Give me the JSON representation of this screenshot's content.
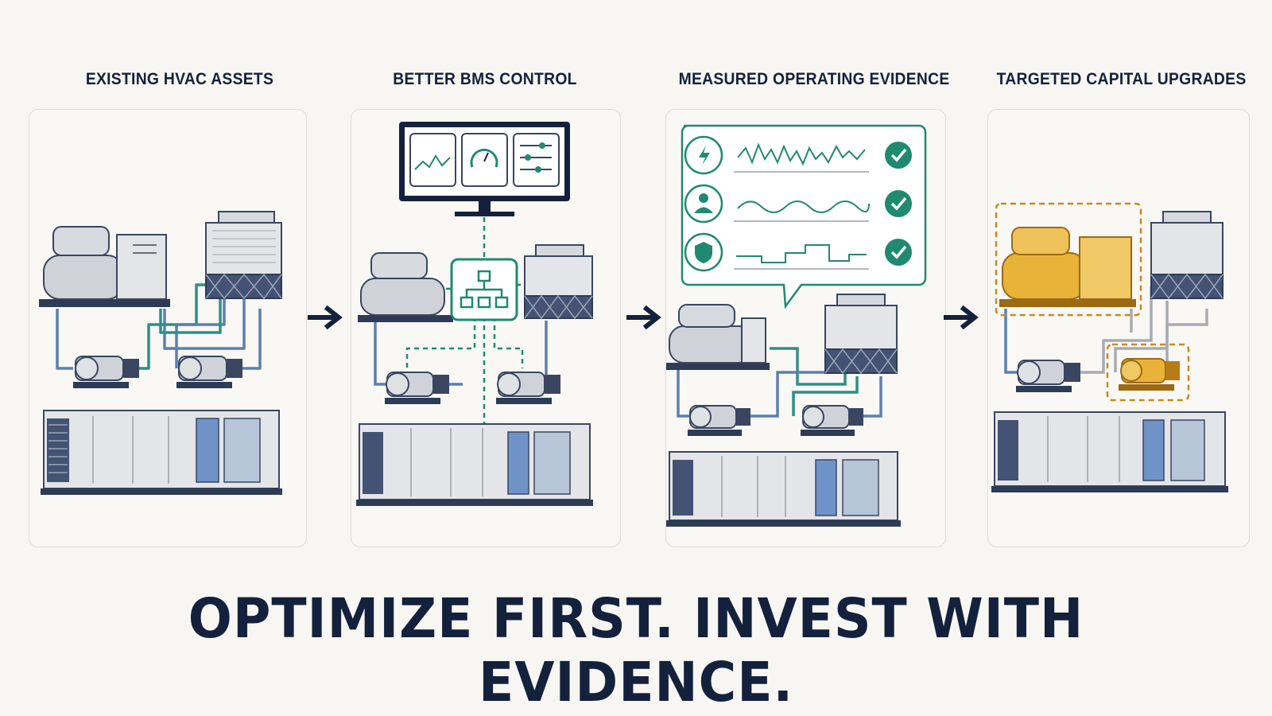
{
  "stages": [
    {
      "title": "EXISTING HVAC ASSETS"
    },
    {
      "title": "BETTER BMS CONTROL"
    },
    {
      "title": "MEASURED OPERATING EVIDENCE"
    },
    {
      "title": "TARGETED CAPITAL UPGRADES"
    }
  ],
  "tagline": "OPTIMIZE FIRST. INVEST WITH EVIDENCE.",
  "evidence_rows": [
    {
      "icon": "lightning-bolt-icon",
      "status": "check"
    },
    {
      "icon": "person-icon",
      "status": "check"
    },
    {
      "icon": "shield-icon",
      "status": "check"
    }
  ],
  "colors": {
    "navy": "#14213d",
    "teal": "#1f8a70",
    "highlight_orange": "#e9b33a",
    "pipe_blue": "#5b7fb0",
    "equipment_gray": "#c9ccd1"
  }
}
